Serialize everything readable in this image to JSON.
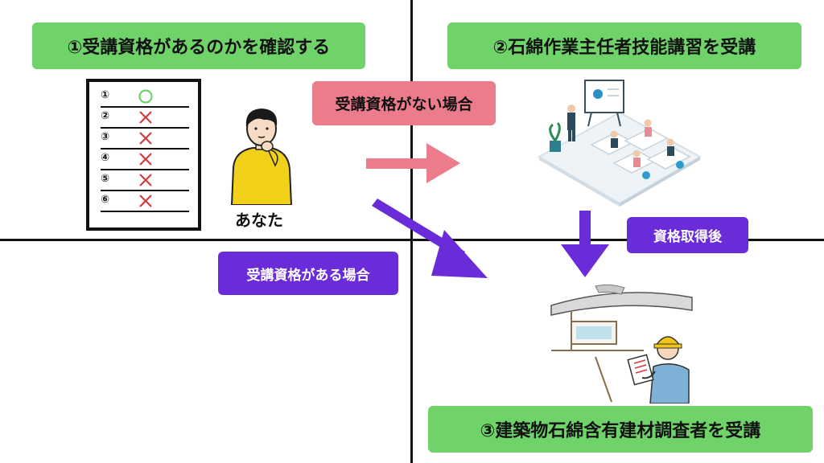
{
  "steps": {
    "step1": "①受講資格があるのかを確認する",
    "step2": "②石綿作業主任者技能講習を受講",
    "step3": "③建築物石綿含有建材調査者を受講"
  },
  "labels": {
    "no_qualification": "受講資格がない場合",
    "has_qualification": "受講資格がある場合",
    "after_qualification": "資格取得後",
    "you": "あなた"
  },
  "checklist": [
    {
      "num": "①",
      "mark": "circle"
    },
    {
      "num": "②",
      "mark": "cross"
    },
    {
      "num": "③",
      "mark": "cross"
    },
    {
      "num": "④",
      "mark": "cross"
    },
    {
      "num": "⑤",
      "mark": "cross"
    },
    {
      "num": "⑥",
      "mark": "cross"
    }
  ],
  "colors": {
    "step_box": "#6fd36a",
    "no_path": "#ec7b8c",
    "yes_path": "#6a2cd9",
    "circle_mark": "#6fd36a",
    "cross_mark": "#d23c3c"
  },
  "icons": {
    "person": "thinking-person-icon",
    "seminar": "seminar-classroom-icon",
    "surveyor": "building-surveyor-icon"
  }
}
